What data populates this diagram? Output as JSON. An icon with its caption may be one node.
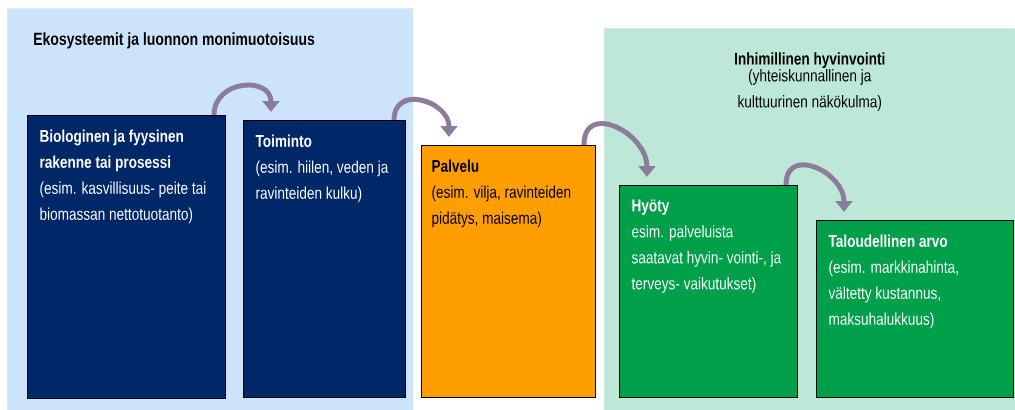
{
  "diagram": {
    "nodes": [
      {
        "text": [
          "Ekosysteemit ja luonnon monimuotoisuus"
        ]
      },
      {
        "text": [
          "Biologinen ja fyysinen rakenne tai prosessi",
          "(esim. kasvillisuus- peite tai biomassan nettotuotanto)"
        ],
        "in": 0
      },
      {
        "text": [
          "Toiminto",
          "(esim. hiilen, veden ja ravinteiden kulku)"
        ],
        "in": 0
      },
      {
        "text": [
          "Palvelu",
          "(esim. vilja, ravinteiden pidätys, maisema)"
        ]
      },
      {
        "text": [
          "Inhimillinen hyvinvointi",
          "(yhteiskunnallinen ja kulttuurinen näkökulma)"
        ]
      },
      {
        "text": [
          "Hyöty",
          "esim. palveluista saatavat hyvin- vointi-, ja terveys- vaikutukset)"
        ],
        "in": 4
      },
      {
        "text": [
          "Taloudellinen arvo",
          "(esim. markkinahinta, vältetty kustannus, maksuhalukkuus)"
        ],
        "in": 4
      }
    ],
    "edges": [
      {
        "from": 1,
        "to": 2,
        "arrow": "to"
      },
      {
        "from": 2,
        "to": 3,
        "arrow": "to"
      },
      {
        "from": 3,
        "to": 5,
        "arrow": "to"
      },
      {
        "from": 5,
        "to": 6,
        "arrow": "to"
      }
    ]
  }
}
